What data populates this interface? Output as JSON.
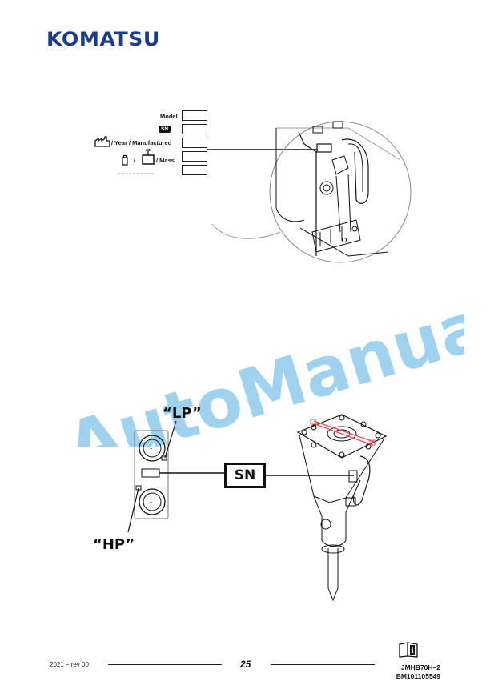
{
  "header": {
    "brand": "KOMATSU",
    "brand_color": "#1a3c8a"
  },
  "nameplate": {
    "rows": [
      {
        "label": "Model",
        "icon": ""
      },
      {
        "label": "SN",
        "icon": "sn-badge"
      },
      {
        "label": "/ Year / Manufactured",
        "icon": "factory-icon"
      },
      {
        "label": "/ Mass",
        "icon": "weight-icon",
        "prefix_icon": "oil-can-icon"
      },
      {
        "label": "- - - - - - - - - -",
        "icon": ""
      }
    ]
  },
  "watermark": {
    "text": "AutoManual",
    "color": "#7fc3e8"
  },
  "diagram2": {
    "lp_label": "“LP”",
    "hp_label": "“HP”",
    "sn_label": "SN"
  },
  "footer": {
    "date_rev": "2021 – rev 00",
    "page": "25",
    "doc_code_1": "JMHB70H–2",
    "doc_code_2": "BM101105549",
    "icon": "manual-info-icon"
  }
}
